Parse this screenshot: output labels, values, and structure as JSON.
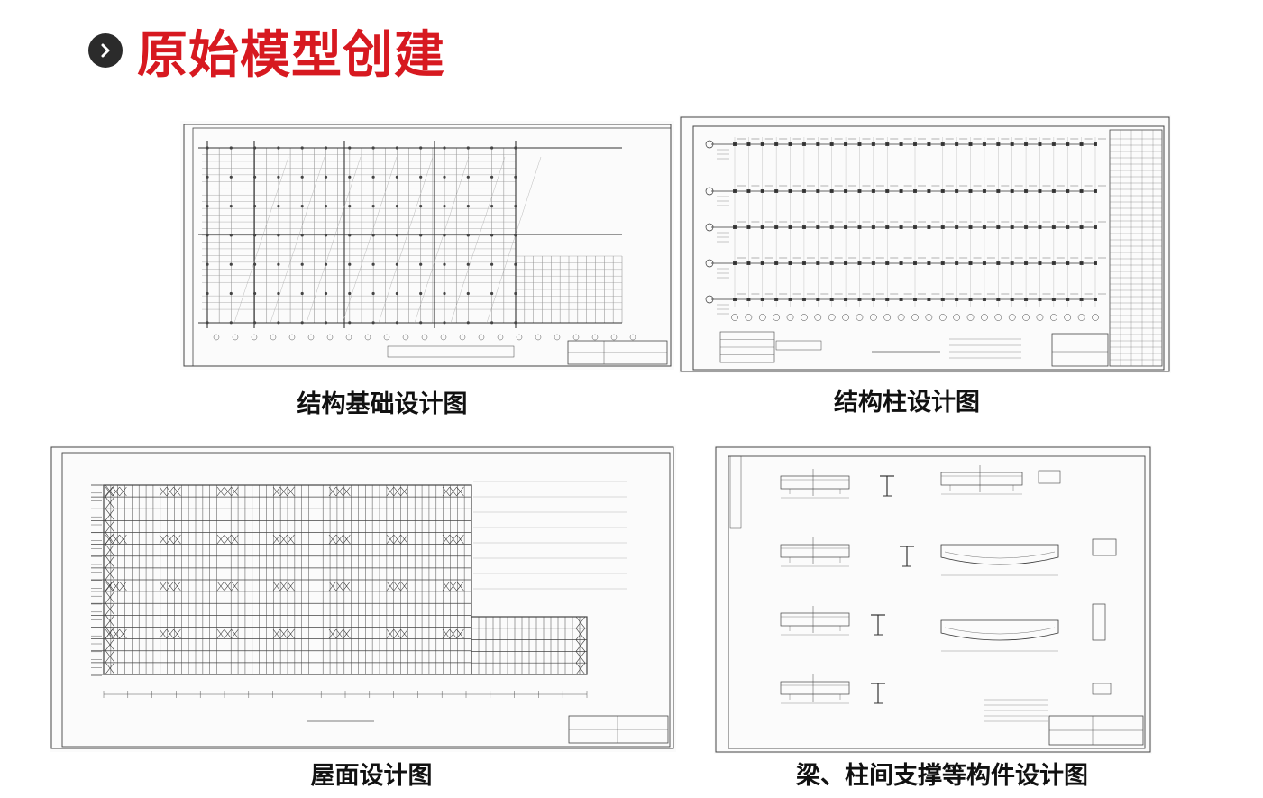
{
  "page": {
    "title": "原始模型创建",
    "title_color": "#d71920"
  },
  "bullet_icon": "chevron-right-icon",
  "drawings": [
    {
      "caption": "结构基础设计图"
    },
    {
      "caption": "结构柱设计图"
    },
    {
      "caption": "屋面设计图"
    },
    {
      "caption": "梁、柱间支撑等构件设计图"
    }
  ]
}
